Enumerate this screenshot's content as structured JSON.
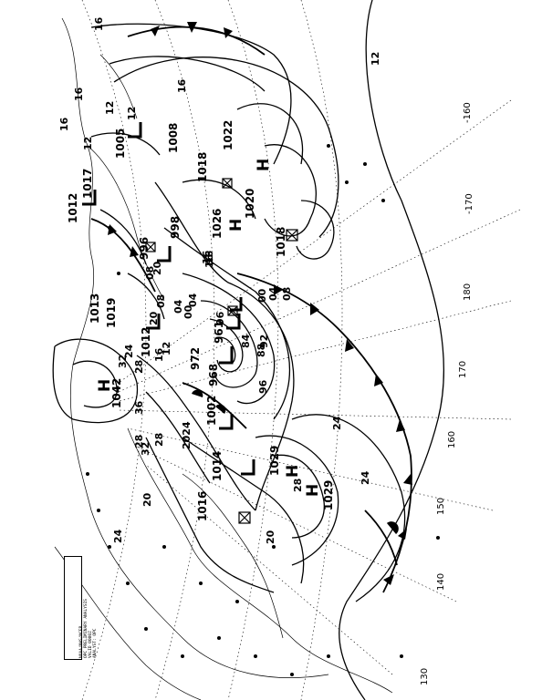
{
  "map": {
    "type": "surface weather analysis",
    "orientation": "rotated 90 degrees clockwise",
    "longitude_labels": [
      "-160",
      "-170",
      "180",
      "170",
      "160",
      "150",
      "140",
      "130"
    ],
    "isobar_labels": [
      "16",
      "16",
      "16",
      "16",
      "12",
      "12",
      "12",
      "12",
      "16",
      "08",
      "04",
      "04",
      "00",
      "96",
      "08",
      "16",
      "20",
      "24",
      "28",
      "32",
      "36",
      "20",
      "28",
      "16",
      "12",
      "84",
      "88",
      "92",
      "96",
      "04",
      "00",
      "08",
      "24",
      "24",
      "28",
      "20",
      "20",
      "24",
      "2024",
      "32",
      "28",
      "16"
    ],
    "pressure_centers": [
      {
        "type": "H",
        "value": "1042"
      },
      {
        "type": "H",
        "value": "1029"
      },
      {
        "type": "H",
        "value": "1029"
      },
      {
        "type": "H",
        "value": "1020"
      },
      {
        "type": "H",
        "value": "1022"
      },
      {
        "type": "H",
        "value": "1026"
      },
      {
        "type": "L",
        "value": "968"
      },
      {
        "type": "L",
        "value": "961"
      },
      {
        "type": "L",
        "value": "972"
      },
      {
        "type": "L",
        "value": "1002"
      },
      {
        "type": "L",
        "value": "1014"
      },
      {
        "type": "L",
        "value": "1016"
      },
      {
        "type": "L",
        "value": "996"
      },
      {
        "type": "L",
        "value": "998"
      },
      {
        "type": "L",
        "value": "1005"
      },
      {
        "type": "L",
        "value": "1012"
      },
      {
        "type": "L",
        "value": "1017"
      },
      {
        "type": "L",
        "value": "1013"
      },
      {
        "type": "L",
        "value": "1019"
      },
      {
        "type": "L",
        "value": "1012"
      },
      {
        "type": "L",
        "value": "1008"
      },
      {
        "type": "L",
        "value": "1018"
      },
      {
        "type": "L",
        "value": "1018"
      }
    ],
    "legend_lines": [
      "NOAA/NWS/NCEP",
      "OPC PRELIMINARY ANALYSIS",
      "VALID 0000Z",
      "ANALYST: OPC"
    ]
  }
}
